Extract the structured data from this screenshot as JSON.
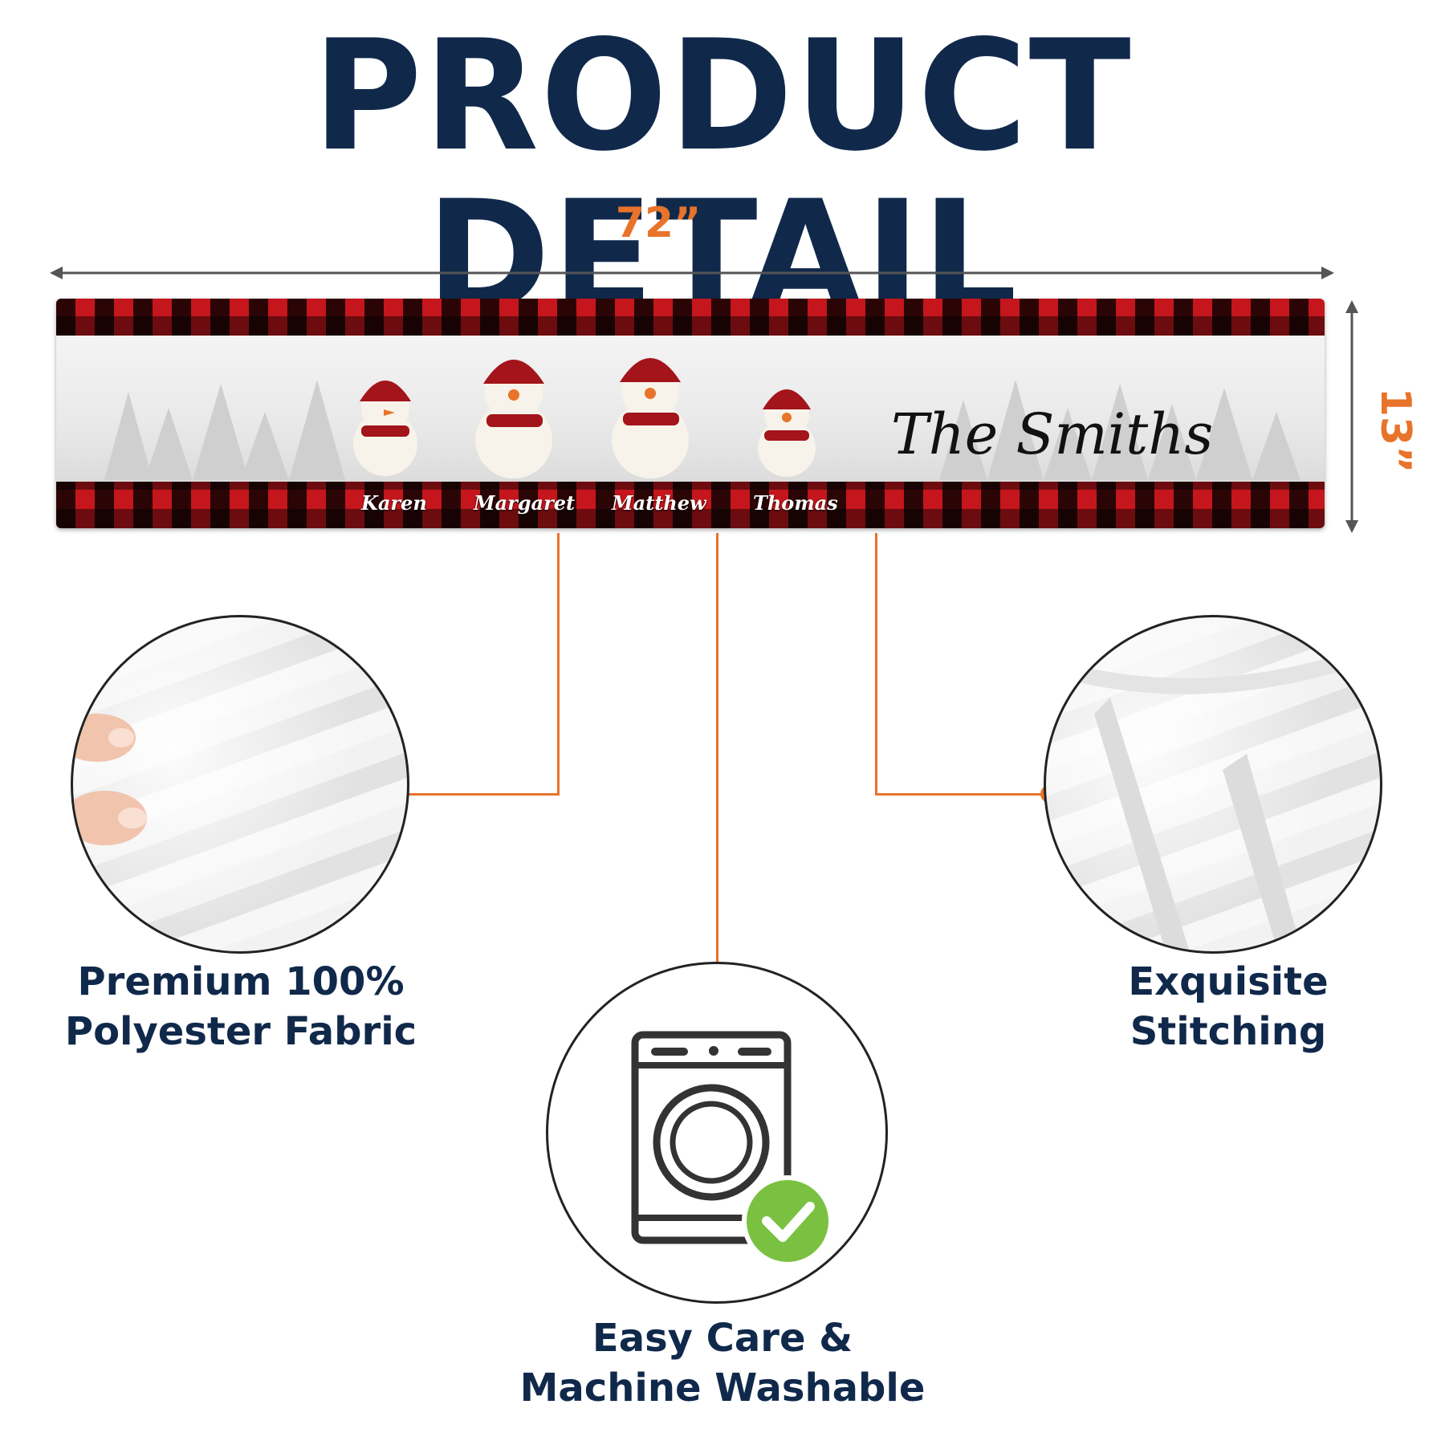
{
  "title": "PRODUCT DETAIL",
  "dimensions": {
    "width": "72”",
    "height": "13”"
  },
  "runner": {
    "family_name": "The Smiths",
    "members": [
      "Karen",
      "Margaret",
      "Matthew",
      "Thomas"
    ]
  },
  "features": {
    "fabric": {
      "line1": "Premium 100%",
      "line2": "Polyester Fabric"
    },
    "stitching": {
      "line1": "Exquisite",
      "line2": "Stitching"
    },
    "care": {
      "line1": "Easy Care &",
      "line2": "Machine Washable"
    }
  },
  "colors": {
    "title": "#10294b",
    "accent": "#e8732a",
    "plaid_red": "#c4161c",
    "check_green": "#7ac142"
  },
  "icons": [
    "washing-machine-icon",
    "checkmark-icon"
  ]
}
